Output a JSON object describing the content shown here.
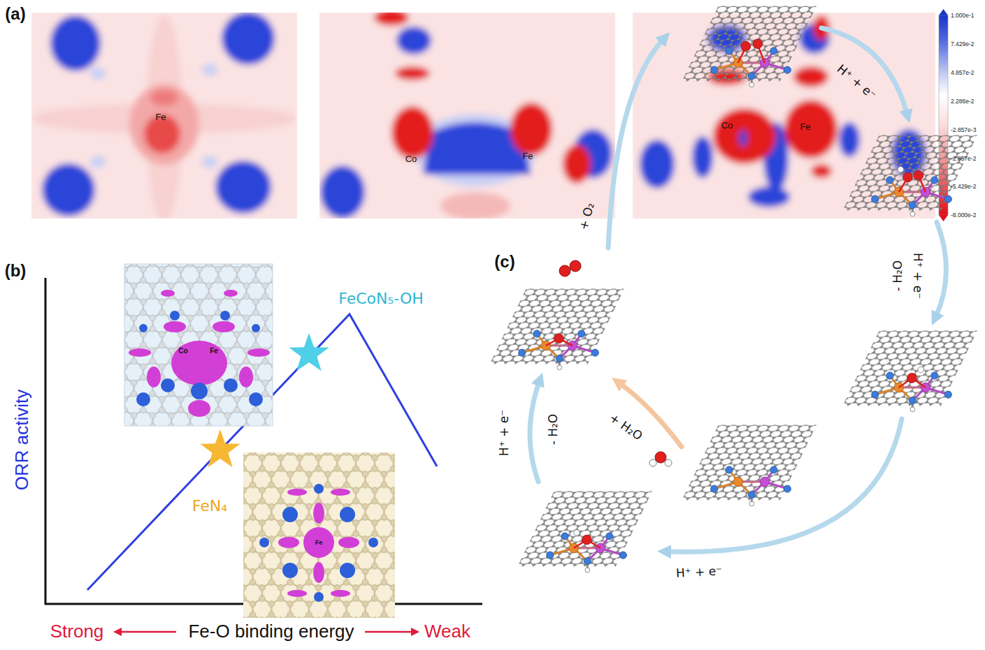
{
  "diagram": {
    "labels": [
      "(a)",
      "Fe",
      "Co",
      "Fe",
      "Co",
      "Fe",
      "1.000e-1",
      "7.429e-2",
      "4.857e-2",
      "2.286e-2",
      "-2.857e-3",
      "-2.857e-2",
      "-5.429e-2",
      "-8.000e-2",
      "(b)",
      "ORR activity",
      "Co",
      "Fe",
      "FeCoN₅-OH",
      "FeN₄",
      "Fe",
      "Strong",
      "Fe-O binding energy",
      "Weak",
      "(c)",
      "+ O₂",
      "H⁺ + e⁻",
      "- H₂O",
      "H⁺ + e⁻",
      "H⁺ + e⁻",
      "H⁺ + e⁻",
      "- H₂O",
      "+ H₂O"
    ]
  }
}
